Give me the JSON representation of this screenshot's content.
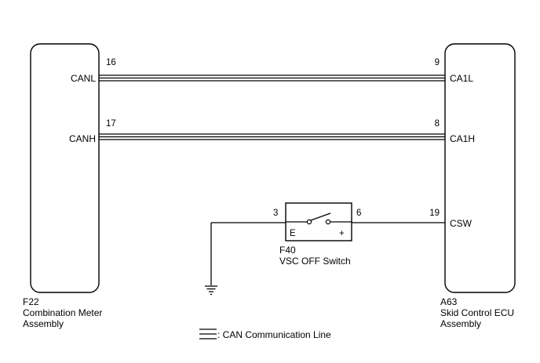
{
  "left_component": {
    "code": "F22",
    "name_line1": "Combination Meter",
    "name_line2": "Assembly"
  },
  "right_component": {
    "code": "A63",
    "name_line1": "Skid Control ECU",
    "name_line2": "Assembly"
  },
  "can_low": {
    "left_pin": "16",
    "left_signal": "CANL",
    "right_pin": "9",
    "right_signal": "CA1L"
  },
  "can_high": {
    "left_pin": "17",
    "left_signal": "CANH",
    "right_pin": "8",
    "right_signal": "CA1H"
  },
  "switch": {
    "code": "F40",
    "name": "VSC OFF Switch",
    "pin_left": "3",
    "pin_right": "6",
    "terminal_left": "E",
    "terminal_right": "+"
  },
  "csw": {
    "ecu_pin": "19",
    "ecu_signal": "CSW"
  },
  "legend": {
    "label": ": CAN Communication Line"
  }
}
